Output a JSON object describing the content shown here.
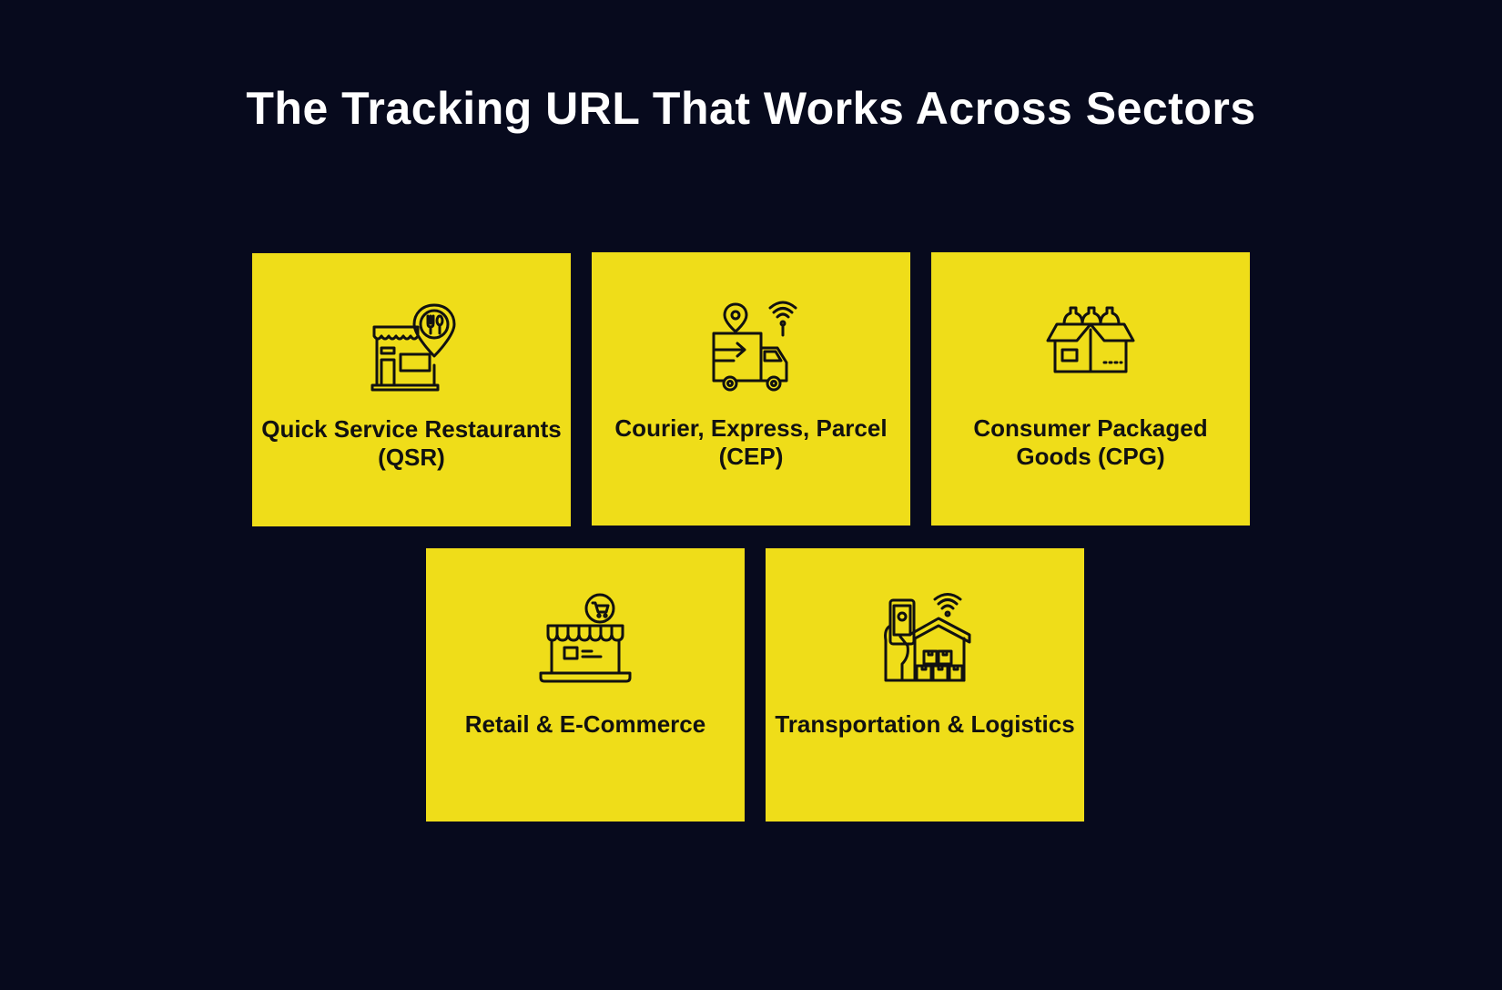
{
  "page": {
    "title": "The Tracking URL That Works Across Sectors",
    "colors": {
      "background": "#070a1d",
      "card": "#efdd19",
      "title_text": "#ffffff",
      "card_text": "#111111"
    }
  },
  "cards": [
    {
      "label": "Quick Service Restaurants (QSR)",
      "icon": "restaurant-location-icon"
    },
    {
      "label": "Courier, Express, Parcel (CEP)",
      "icon": "delivery-truck-icon"
    },
    {
      "label": "Consumer Packaged Goods (CPG)",
      "icon": "package-box-icon"
    },
    {
      "label": "Retail & E-Commerce",
      "icon": "online-store-icon"
    },
    {
      "label": "Transportation & Logistics",
      "icon": "warehouse-tracking-icon"
    }
  ]
}
